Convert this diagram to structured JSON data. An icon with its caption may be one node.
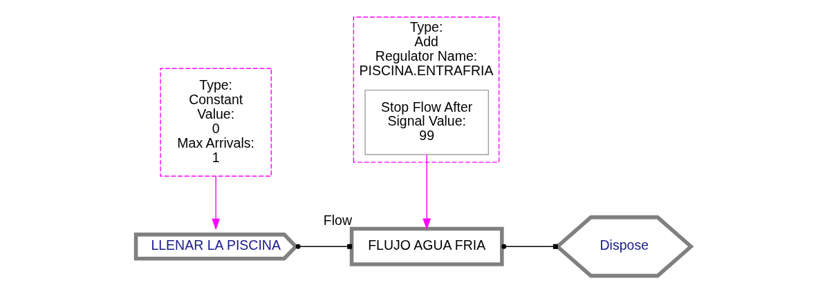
{
  "diagram": {
    "nodes": [
      {
        "text": [
          "Type:",
          "Constant",
          "Value:",
          "0",
          "Max Arrivals:",
          "1"
        ]
      },
      {
        "text": [
          "Type:",
          "Add",
          "Regulator Name:",
          "PISCINA.ENTRAFRIA"
        ]
      },
      {
        "text": [
          "Stop Flow After",
          "Signal Value:",
          "99"
        ],
        "in": 1
      },
      {
        "text": [
          "LLENAR LA PISCINA"
        ]
      },
      {
        "text": [
          "FLUJO AGUA FRIA"
        ],
        "beside": [
          "Flow"
        ]
      },
      {
        "text": [
          "Dispose"
        ]
      }
    ],
    "edges": [
      {
        "from": 0,
        "to": 3,
        "arrow": "to",
        "color": "#ff00ff"
      },
      {
        "from": 2,
        "to": 4,
        "arrow": "to",
        "color": "#ff00ff"
      },
      {
        "from": 3,
        "to": 4,
        "arrow": "other",
        "color": "#000000"
      },
      {
        "from": 4,
        "to": 5,
        "arrow": "other",
        "color": "#000000"
      }
    ]
  }
}
